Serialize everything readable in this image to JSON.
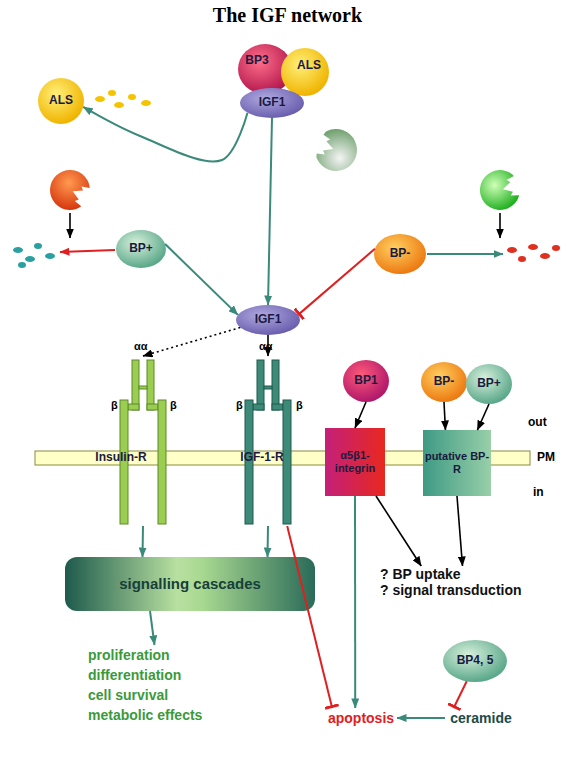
{
  "diagram": {
    "title": "The IGF network",
    "nodes": [
      {
        "text": [
          "BP3"
        ]
      },
      {
        "text": [
          "ALS"
        ]
      },
      {
        "text": [
          "IGF1"
        ]
      },
      {
        "text": [
          "ALS"
        ]
      },
      {
        "text": [
          "BP+"
        ]
      },
      {
        "text": [
          "BP-"
        ]
      },
      {
        "text": [
          "IGF1"
        ]
      },
      {
        "text": [
          "Insulin-R"
        ]
      },
      {
        "text": [
          "IGF-1-R"
        ]
      },
      {
        "text": [
          "BP1"
        ]
      },
      {
        "text": [
          "BP-"
        ]
      },
      {
        "text": [
          "BP+"
        ]
      },
      {
        "text": [
          "α5β1-integrin"
        ]
      },
      {
        "text": [
          "putative BP-R"
        ]
      },
      {
        "text": [
          "? BP uptake",
          "? signal transduction"
        ]
      },
      {
        "text": [
          "signalling cascades"
        ]
      },
      {
        "text": [
          "BP4, 5"
        ]
      },
      {
        "text": [
          "proliferation",
          "differentiation",
          "cell survival",
          "metabolic effects"
        ]
      },
      {
        "text": [
          "apoptosis"
        ]
      },
      {
        "text": [
          "ceramide"
        ]
      }
    ],
    "edges": [
      {
        "from": 2,
        "to": 6,
        "arrow": "to"
      },
      {
        "from": 2,
        "to": 3,
        "arrow": "to"
      },
      {
        "from": 4,
        "to": 6,
        "arrow": "to"
      },
      {
        "from": 5,
        "to": 6,
        "arrow": "to"
      },
      {
        "from": 6,
        "to": 7,
        "arrow": "to"
      },
      {
        "from": 6,
        "to": 8,
        "arrow": "to"
      },
      {
        "from": 9,
        "to": 12,
        "arrow": "to"
      },
      {
        "from": 10,
        "to": 13,
        "arrow": "to"
      },
      {
        "from": 11,
        "to": 13,
        "arrow": "to"
      },
      {
        "from": 7,
        "to": 15,
        "arrow": "to"
      },
      {
        "from": 8,
        "to": 15,
        "arrow": "to"
      },
      {
        "from": 8,
        "to": 18,
        "arrow": "to"
      },
      {
        "from": 12,
        "to": 18,
        "arrow": "to"
      },
      {
        "from": 12,
        "to": 14,
        "arrow": "to"
      },
      {
        "from": 13,
        "to": 14,
        "arrow": "to"
      },
      {
        "from": 15,
        "to": 17,
        "arrow": "to"
      },
      {
        "from": 16,
        "to": 19,
        "arrow": "to"
      },
      {
        "from": 19,
        "to": 18,
        "arrow": "to"
      }
    ],
    "labels": [
      "αα",
      "β",
      "β",
      "αα",
      "β",
      "β",
      "out",
      "PM",
      "in"
    ]
  }
}
